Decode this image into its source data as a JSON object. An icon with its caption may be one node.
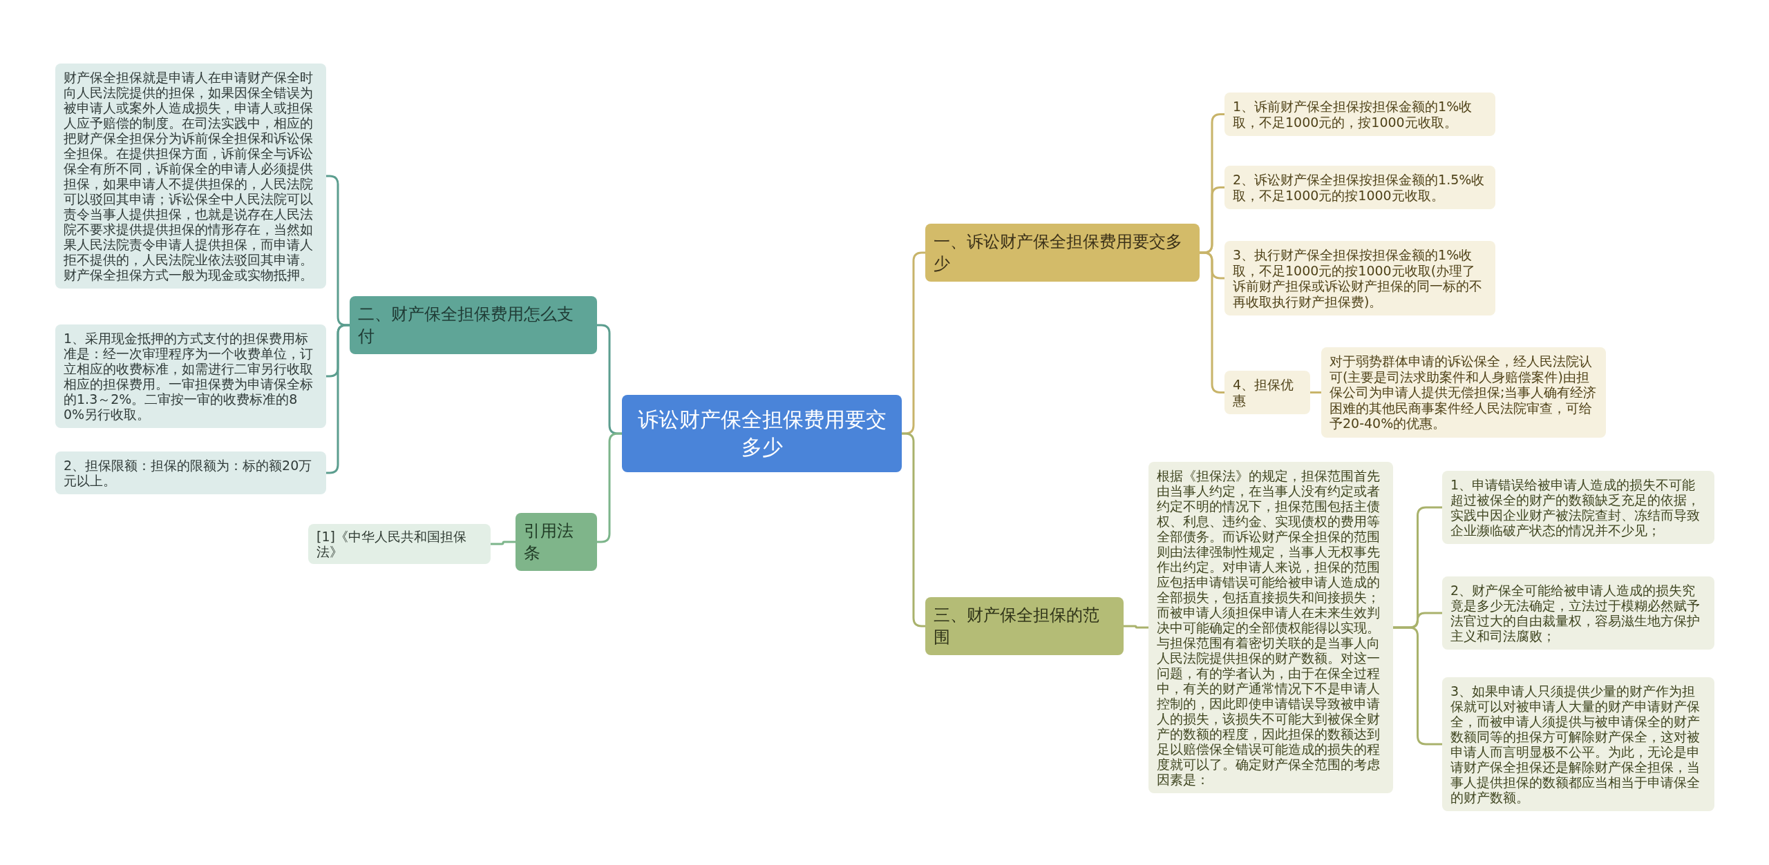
{
  "diagram": {
    "nodes": [
      {
        "text": [
          "诉讼财产保全担保费用要交多少"
        ]
      },
      {
        "text": [
          "一、诉讼财产保全担保费用要交多少"
        ]
      },
      {
        "text": [
          "1、诉前财产保全担保按担保金额的1%收取，不足1000元的，按1000元收取。"
        ]
      },
      {
        "text": [
          "2、诉讼财产保全担保按担保金额的1.5%收取，不足1000元的按1000元收取。"
        ]
      },
      {
        "text": [
          "3、执行财产保全担保按担保金额的1%收取，不足1000元的按1000元收取(办理了诉前财产担保或诉讼财产担保的同一标的不再收取执行财产担保费)。"
        ]
      },
      {
        "text": [
          "4、担保优惠"
        ]
      },
      {
        "text": [
          "对于弱势群体申请的诉讼保全，经人民法院认可(主要是司法求助案件和人身赔偿案件)由担保公司为申请人提供无偿担保;当事人确有经济困难的其他民商事案件经人民法院审查，可给予20-40%的优惠。"
        ]
      },
      {
        "text": [
          "三、财产保全担保的范围"
        ]
      },
      {
        "text": [
          "根据《担保法》的规定，担保范围首先由当事人约定，在当事人没有约定或者约定不明的情况下，担保范围包括主债权、利息、违约金、实现债权的费用等全部债务。而诉讼财产保全担保的范围则由法律强制性规定，当事人无权事先作出约定。对申请人来说，担保的范围应包括申请错误可能给被申请人造成的全部损失，包括直接损失和间接损失；而被申请人须担保申请人在未来生效判决中可能确定的全部债权能得以实现。与担保范围有着密切关联的是当事人向人民法院提供担保的财产数额。对这一问题，有的学者认为，由于在保全过程中，有关的财产通常情况下不是申请人控制的，因此即使申请错误导致被申请人的损失，该损失不可能大到被保全财产的数额的程度，因此担保的数额达到足以赔偿保全错误可能造成的损失的程度就可以了。确定财产保全范围的考虑因素是："
        ]
      },
      {
        "text": [
          "1、申请错误给被申请人造成的损失不可能超过被保全的财产的数额缺乏充足的依据，实践中因企业财产被法院查封、冻结而导致企业濒临破产状态的情况并不少见；"
        ]
      },
      {
        "text": [
          "2、财产保全可能给被申请人造成的损失究竟是多少无法确定，立法过于模糊必然赋予法官过大的自由裁量权，容易滋生地方保护主义和司法腐败；"
        ]
      },
      {
        "text": [
          "3、如果申请人只须提供少量的财产作为担保就可以对被申请人大量的财产申请财产保全，而被申请人须提供与被申请保全的财产数额同等的担保方可解除财产保全，这对被申请人而言明显极不公平。为此，无论是申请财产保全担保还是解除财产保全担保，当事人提供担保的数额都应当相当于申请保全的财产数额。"
        ]
      },
      {
        "text": [
          "二、财产保全担保费用怎么支付"
        ]
      },
      {
        "text": [
          "财产保全担保就是申请人在申请财产保全时向人民法院提供的担保，如果因保全错误为被申请人或案外人造成损失，申请人或担保人应予赔偿的制度。在司法实践中，相应的把财产保全担保分为诉前保全担保和诉讼保全担保。在提供担保方面，诉前保全与诉讼保全有所不同，诉前保全的申请人必须提供担保，如果申请人不提供担保的，人民法院可以驳回其申请；诉讼保全中人民法院可以责令当事人提供担保，也就是说存在人民法院不要求提供提供担保的情形存在，当然如果人民法院责令申请人提供担保，而申请人拒不提供的，人民法院业依法驳回其申请。财产保全担保方式一般为现金或实物抵押。"
        ]
      },
      {
        "text": [
          "1、采用现金抵押的方式支付的担保费用标准是：经一次审理程序为一个收费单位，订立相应的收费标准，如需进行二审另行收取相应的担保费用。一审担保费为申请保全标的1.3～2%。二审按一审的收费标准的80%另行收取。"
        ]
      },
      {
        "text": [
          "2、担保限额：担保的限额为：标的额20万元以上。"
        ]
      },
      {
        "text": [
          "引用法条"
        ]
      },
      {
        "text": [
          "[1]《中华人民共和国担保法》"
        ]
      }
    ],
    "edges": [
      {
        "from": 0,
        "to": 1,
        "arrow": "none",
        "color": "#c8b46a"
      },
      {
        "from": 0,
        "to": 7,
        "arrow": "none",
        "color": "#a9b26c"
      },
      {
        "from": 0,
        "to": 12,
        "arrow": "none",
        "color": "#5c9e8f"
      },
      {
        "from": 0,
        "to": 16,
        "arrow": "none",
        "color": "#7db58b"
      },
      {
        "from": 1,
        "to": 2,
        "arrow": "none",
        "color": "#c8b46a"
      },
      {
        "from": 1,
        "to": 3,
        "arrow": "none",
        "color": "#c8b46a"
      },
      {
        "from": 1,
        "to": 4,
        "arrow": "none",
        "color": "#c8b46a"
      },
      {
        "from": 1,
        "to": 5,
        "arrow": "none",
        "color": "#c8b46a"
      },
      {
        "from": 5,
        "to": 6,
        "arrow": "none",
        "color": "#c8b46a"
      },
      {
        "from": 7,
        "to": 8,
        "arrow": "none",
        "color": "#a9b26c"
      },
      {
        "from": 8,
        "to": 9,
        "arrow": "none",
        "color": "#a9b26c"
      },
      {
        "from": 8,
        "to": 10,
        "arrow": "none",
        "color": "#a9b26c"
      },
      {
        "from": 8,
        "to": 11,
        "arrow": "none",
        "color": "#a9b26c"
      },
      {
        "from": 12,
        "to": 13,
        "arrow": "none",
        "color": "#5c9e8f"
      },
      {
        "from": 12,
        "to": 14,
        "arrow": "none",
        "color": "#5c9e8f"
      },
      {
        "from": 12,
        "to": 15,
        "arrow": "none",
        "color": "#5c9e8f"
      },
      {
        "from": 16,
        "to": 17,
        "arrow": "none",
        "color": "#7db58b"
      }
    ]
  }
}
